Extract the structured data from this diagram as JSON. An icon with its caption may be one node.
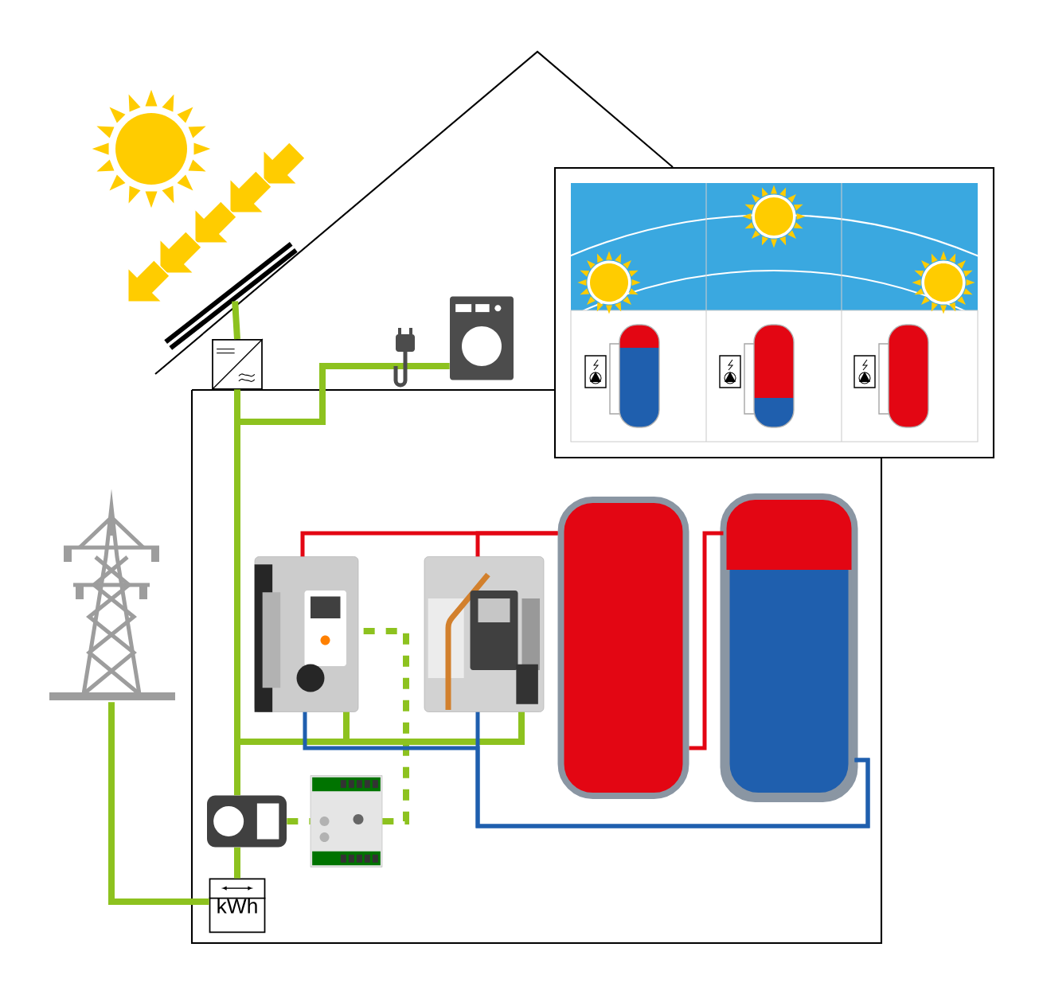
{
  "diagram": {
    "nodes": [
      {
        "text": [],
        "shape": "picture"
      },
      {
        "text": [],
        "shape": "box"
      },
      {
        "text": [],
        "shape": "picture"
      },
      {
        "text": [],
        "shape": "picture"
      },
      {
        "text": [
          "kWh"
        ]
      },
      {
        "text": [],
        "shape": "picture"
      },
      {
        "text": [],
        "shape": "picture"
      },
      {
        "text": [],
        "shape": "cylinder"
      },
      {
        "text": [],
        "shape": "cylinder"
      },
      {
        "text": [],
        "shape": "picture"
      },
      {
        "text": [],
        "shape": "picture"
      }
    ],
    "edges": [
      {
        "from": 0,
        "to": 1,
        "arrow": "none"
      },
      {
        "from": 1,
        "to": 2,
        "arrow": "none"
      },
      {
        "from": 1,
        "to": 9,
        "arrow": "none"
      },
      {
        "from": 3,
        "to": 4,
        "arrow": "none"
      },
      {
        "from": 1,
        "to": 5,
        "arrow": "none"
      },
      {
        "from": 1,
        "to": 6,
        "arrow": "none"
      },
      {
        "from": 9,
        "to": 10,
        "arrow": "none",
        "style": "dashed"
      },
      {
        "from": 10,
        "to": 5,
        "arrow": "none",
        "style": "dashed"
      },
      {
        "from": 5,
        "to": 7,
        "arrow": "none",
        "color": "#e30613"
      },
      {
        "from": 6,
        "to": 7,
        "arrow": "none",
        "color": "#e30613"
      },
      {
        "from": 7,
        "to": 8,
        "arrow": "none",
        "color": "#e30613"
      },
      {
        "from": 5,
        "to": 8,
        "arrow": "none",
        "color": "#1f5fae"
      },
      {
        "from": 6,
        "to": 8,
        "arrow": "none",
        "color": "#1f5fae"
      },
      {
        "from": 9,
        "to": 4,
        "arrow": "none"
      }
    ]
  }
}
